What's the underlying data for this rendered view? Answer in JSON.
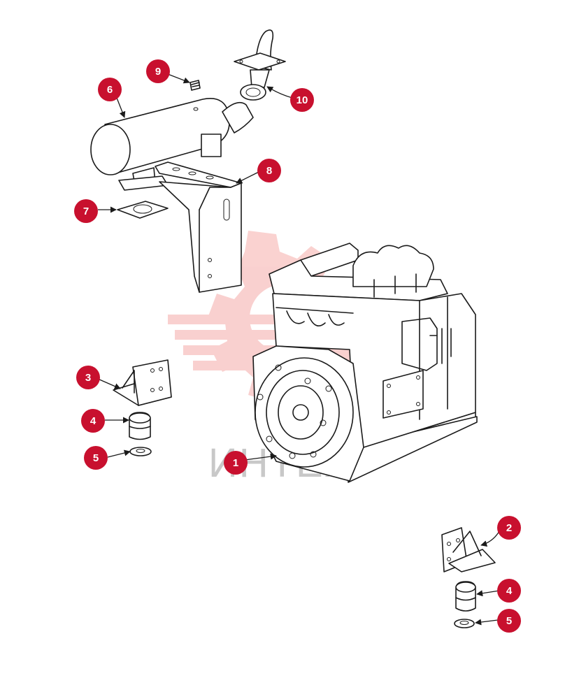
{
  "watermark": {
    "text": "ИНТЕХ",
    "color": "#e8302a"
  },
  "callout_color": "#c8102e",
  "callouts": [
    {
      "id": "c1",
      "label": "1"
    },
    {
      "id": "c2",
      "label": "2"
    },
    {
      "id": "c3",
      "label": "3"
    },
    {
      "id": "c4a",
      "label": "4"
    },
    {
      "id": "c4b",
      "label": "4"
    },
    {
      "id": "c5a",
      "label": "5"
    },
    {
      "id": "c5b",
      "label": "5"
    },
    {
      "id": "c6",
      "label": "6"
    },
    {
      "id": "c7",
      "label": "7"
    },
    {
      "id": "c8",
      "label": "8"
    },
    {
      "id": "c9",
      "label": "9"
    },
    {
      "id": "c10",
      "label": "10"
    }
  ]
}
